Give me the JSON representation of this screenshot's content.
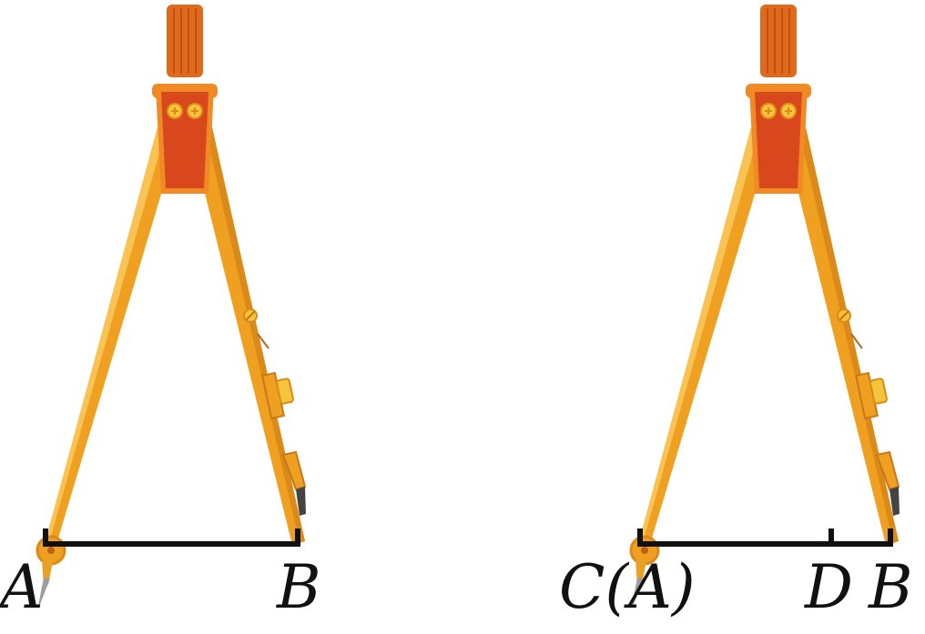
{
  "colors": {
    "leg": "#f0a020",
    "leg_shade": "#d98a18",
    "leg_highlight": "#f8c352",
    "head": "#d9481c",
    "head_border": "#f08a24",
    "screw": "#f6c43a",
    "needle": "#9e9e9e",
    "lead": "#444444",
    "segment": "#111111"
  },
  "icons": [
    "drawing-compass-icon"
  ],
  "figures": [
    {
      "name": "left",
      "labels": [
        {
          "id": "label-a",
          "text": "A"
        },
        {
          "id": "label-b",
          "text": "B"
        }
      ]
    },
    {
      "name": "right",
      "labels": [
        {
          "id": "label-ca",
          "text": "C(A)"
        },
        {
          "id": "label-d",
          "text": "D"
        },
        {
          "id": "label-b2",
          "text": "B"
        }
      ]
    }
  ]
}
